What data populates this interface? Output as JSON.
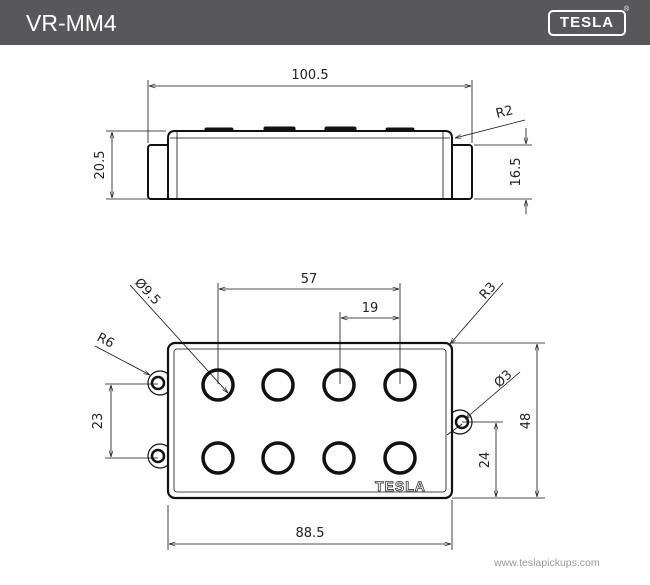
{
  "header": {
    "title": "VR-MM4",
    "logo_text": "TESLA",
    "logo_mark": "®"
  },
  "side_view": {
    "width_label": "100.5",
    "height_label": "20.5",
    "ear_height_label": "16.5",
    "radius_label": "R2"
  },
  "top_view": {
    "pole_spacing_label": "57",
    "pole_pitch_label": "19",
    "pole_diameter_label": "Ø9.5",
    "corner_radius_label": "R3",
    "ear_radius_label": "R6",
    "hole_diameter_label": "Ø3",
    "left_holes_label": "23",
    "right_hole_label": "24",
    "height_label": "48",
    "width_label": "88.5",
    "cover_logo": "TESLA",
    "pole_rows": 2,
    "pole_cols": 4
  },
  "footer": {
    "url": "www.teslapickups.com"
  },
  "colors": {
    "header_bg": "#58585a",
    "line": "#111111"
  }
}
